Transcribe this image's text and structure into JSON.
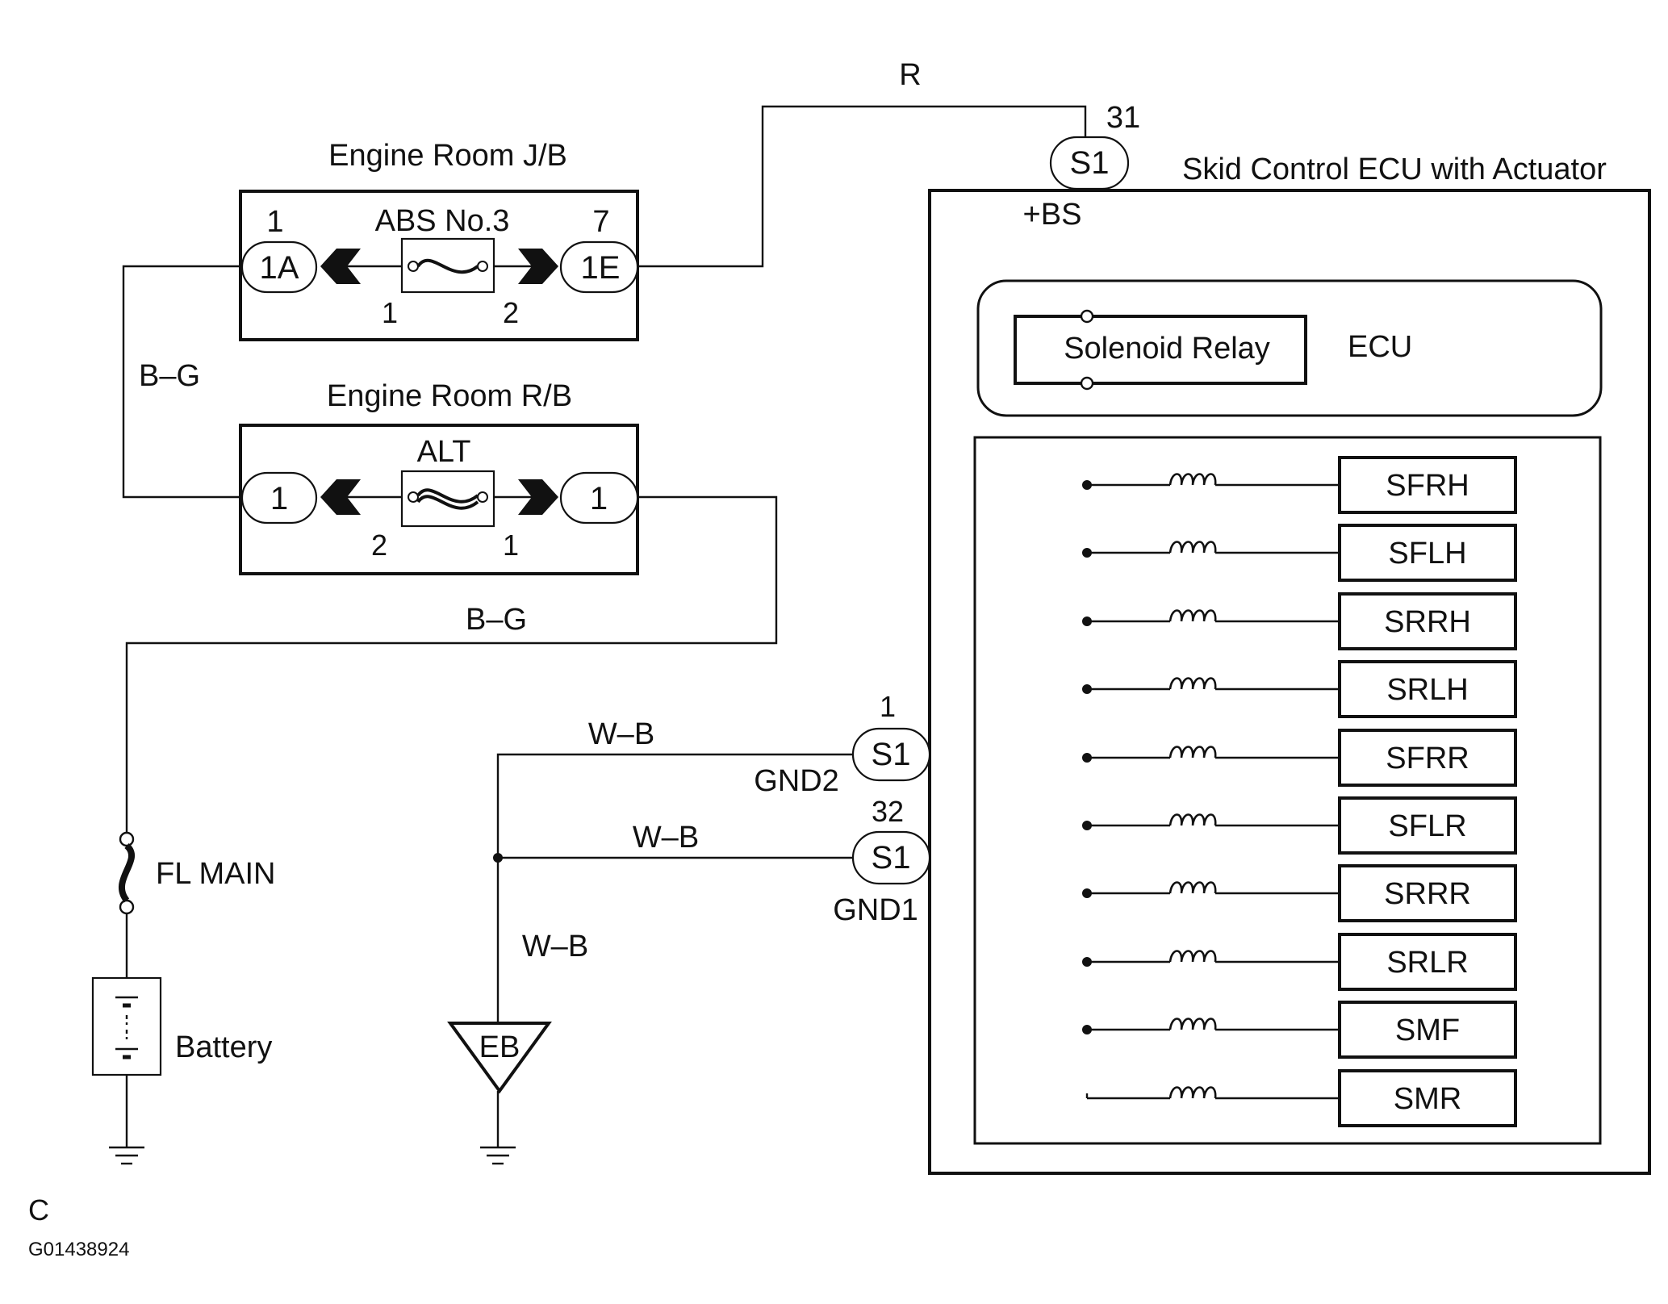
{
  "engine_room_jb": {
    "title": "Engine Room J/B",
    "fuse_label": "ABS No.3",
    "left_connector": "1A",
    "left_pin": "1",
    "right_connector": "1E",
    "right_pin": "7",
    "fuse_pin_left": "1",
    "fuse_pin_right": "2"
  },
  "engine_room_rb": {
    "title": "Engine Room R/B",
    "fuse_label": "ALT",
    "left_connector": "1",
    "right_connector": "1",
    "fuse_pin_left": "2",
    "fuse_pin_right": "1"
  },
  "wires": {
    "r": "R",
    "bg_left": "B–G",
    "bg_bottom": "B–G",
    "wb_top": "W–B",
    "wb_middle": "W–B",
    "wb_vertical": "W–B"
  },
  "ecu_assembly": {
    "title": "Skid Control ECU with Actuator",
    "connector_top": "S1",
    "pin_top": "31",
    "terminal_bs": "+BS",
    "ecu_label": "ECU",
    "solenoid_relay": "Solenoid Relay",
    "gnd2_connector": "S1",
    "gnd2_pin": "1",
    "gnd2_label": "GND2",
    "gnd1_connector": "S1",
    "gnd1_pin": "32",
    "gnd1_label": "GND1",
    "solenoids": [
      "SFRH",
      "SFLH",
      "SRRH",
      "SRLH",
      "SFRR",
      "SFLR",
      "SRRR",
      "SRLR",
      "SMF",
      "SMR"
    ]
  },
  "power": {
    "fuse_main": "FL MAIN",
    "battery": "Battery"
  },
  "ground": {
    "point": "EB"
  },
  "footer": {
    "letter": "C",
    "code": "G01438924"
  }
}
